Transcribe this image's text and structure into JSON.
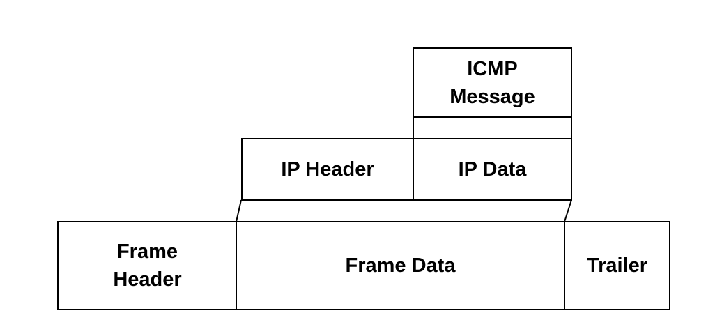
{
  "diagram": {
    "icmp_message": "ICMP\nMessage",
    "ip_header": "IP Header",
    "ip_data": "IP Data",
    "frame_header": "Frame\nHeader",
    "frame_data": "Frame Data",
    "trailer": "Trailer"
  }
}
